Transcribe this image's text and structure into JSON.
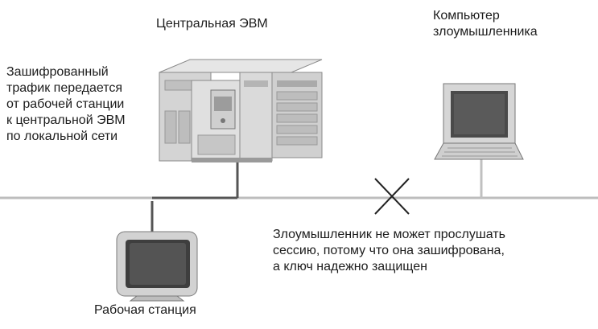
{
  "labels": {
    "mainframe": "Центральная ЭВМ",
    "attacker_computer": "Компьютер\nзлоумышленника",
    "encrypted_traffic": "Зашифрованный\nтрафик передается\nот рабочей станции\nк центральной ЭВМ\nпо локальной сети",
    "attacker_cannot_listen": "Злоумышленник не может прослушать\nсессию, потому что она зашифрована,\nа ключ надежно защищен",
    "workstation": "Рабочая станция"
  },
  "colors": {
    "network_line": "#b8b8b8",
    "connector": "#555555",
    "device_body": "#d8d8d8",
    "device_shadow": "#9a9a9a",
    "screen": "#4a4a4a"
  },
  "icons": {
    "mainframe": "mainframe-icon",
    "laptop": "laptop-icon",
    "monitor": "monitor-icon",
    "blocked": "x-mark-icon"
  }
}
